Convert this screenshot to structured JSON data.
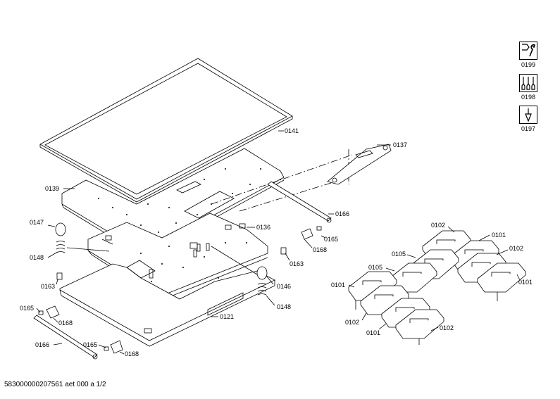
{
  "labels": {
    "p0141": "0141",
    "p0139": "0139",
    "p0137": "0137",
    "p0166a": "0166",
    "p0165a": "0165",
    "p0168a": "0168",
    "p0136": "0136",
    "p0147": "0147",
    "p0148a": "0148",
    "p0163a": "0163",
    "p0163b": "0163",
    "p0146": "0146",
    "p0148b": "0148",
    "p0165b": "0165",
    "p0168b": "0168",
    "p0121": "0121",
    "p0166b": "0166",
    "p0165c": "0165",
    "p0168c": "0168",
    "p0102a": "0102",
    "p0101a": "0101",
    "p0105a": "0105",
    "p0102b": "0102",
    "p0105b": "0105",
    "p0101b": "0101",
    "p0101c": "0101",
    "p0102c": "0102",
    "p0101d": "0101",
    "p0102d": "0102"
  },
  "tools": [
    {
      "code": "0199",
      "icon": "wrench-icon"
    },
    {
      "code": "0198",
      "icon": "screwdrivers-icon"
    },
    {
      "code": "0197",
      "icon": "tool-bit-icon"
    }
  ],
  "footer": "583000000207561 aet 000 a 1/2"
}
